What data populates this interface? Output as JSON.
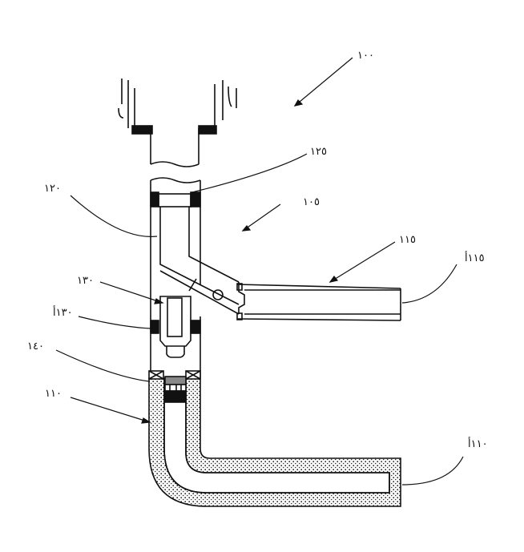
{
  "figure": {
    "labels": {
      "assembly": "١٠٠",
      "cap": "١٢٥",
      "tube": "١٢٠",
      "body": "١٠٥",
      "lateral": "١١٥",
      "lateral_end": "١١٥أ",
      "valve": "١٣٠",
      "seal": "١٣٠أ",
      "filter": "١٤٠",
      "porous_pipe": "١١٠",
      "porous_end": "١١٠أ"
    },
    "colors": {
      "ink": "#111111",
      "background": "#ffffff"
    }
  }
}
